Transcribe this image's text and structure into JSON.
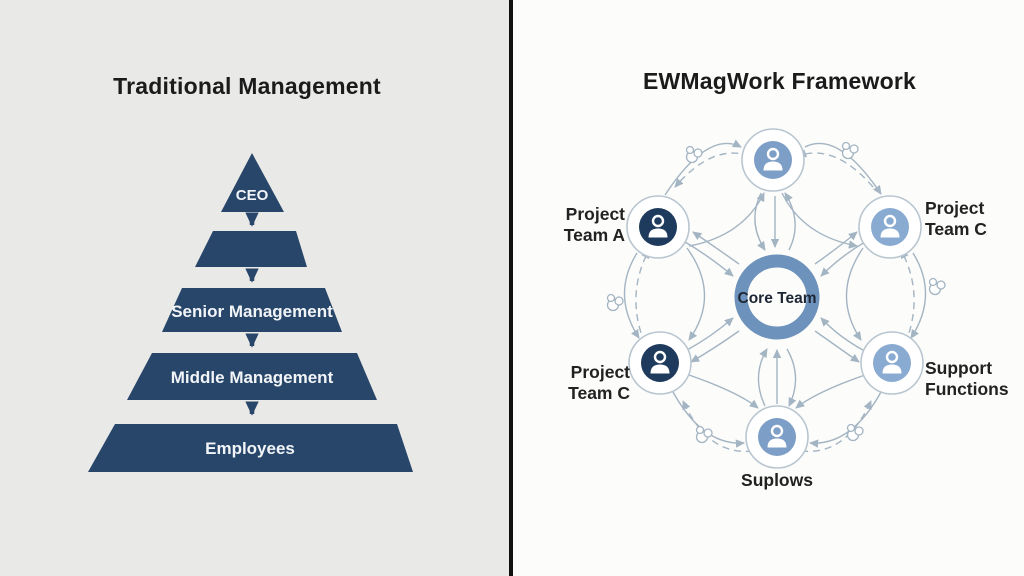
{
  "left": {
    "title": "Traditional Management",
    "levels": [
      {
        "label": "CEO"
      },
      {
        "label": ""
      },
      {
        "label": "Senior Management"
      },
      {
        "label": "Middle Management"
      },
      {
        "label": "Employees"
      }
    ]
  },
  "right": {
    "title": "EWMagWork Framework",
    "core_label": "Core Team",
    "node_labels": {
      "top_left_1": "Project",
      "top_left_2": "Team A",
      "top_right_1": "Project",
      "top_right_2": "Team C",
      "bottom_left_1": "Project",
      "bottom_left_2": "Team C",
      "bottom_right_1": "Support",
      "bottom_right_2": "Functions",
      "bottom": "Suplows"
    }
  },
  "colors": {
    "left_bg": "#e9e9e7",
    "right_bg": "#fcfcfb",
    "divider": "#111111",
    "pyramid": "#28466a",
    "pyramid_text": "#f2f5f8",
    "title_text": "#1b1b1b",
    "label_text": "#222222",
    "node_dark": "#1e3a5c",
    "node_medium": "#7d9ec6",
    "node_light": "#8aabd1",
    "core_ring": "#6d92bc",
    "arrow": "#a3b4c2",
    "node_outline": "#b9c6d0"
  }
}
